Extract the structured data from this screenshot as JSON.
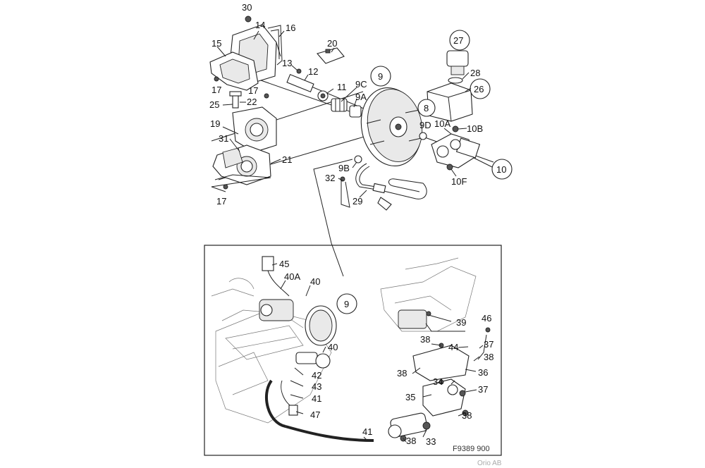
{
  "diagram": {
    "labels": {
      "n30": "30",
      "n14": "14",
      "n16": "16",
      "n15": "15",
      "n20": "20",
      "n27": "27",
      "n13": "13",
      "n12": "12",
      "n9top": "9",
      "n28": "28",
      "n17a": "17",
      "n17b": "17",
      "n11": "11",
      "n9c": "9C",
      "n26": "26",
      "n25": "25",
      "n22": "22",
      "n9a": "9A",
      "n8": "8",
      "n19": "19",
      "n9d": "9D",
      "n10a": "10A",
      "n10b": "10B",
      "n31": "31",
      "n21": "21",
      "n9b": "9B",
      "n10": "10",
      "n32": "32",
      "n10f": "10F",
      "n29": "29",
      "n17c": "17",
      "n45": "45",
      "n40a": "40A",
      "n40": "40",
      "n9inset": "9",
      "n40b": "40",
      "n42": "42",
      "n43": "43",
      "n41a": "41",
      "n47": "47",
      "n41b": "41",
      "n39": "39",
      "n46": "46",
      "n38a": "38",
      "n44": "44",
      "n37a": "37",
      "n38b": "38",
      "n36": "36",
      "n38c": "38",
      "n34": "34",
      "n37b": "37",
      "n35": "35",
      "n38d": "38",
      "n38e": "38",
      "n33": "33"
    },
    "figure_code": "F9389 900",
    "watermark": "Orio AB"
  }
}
